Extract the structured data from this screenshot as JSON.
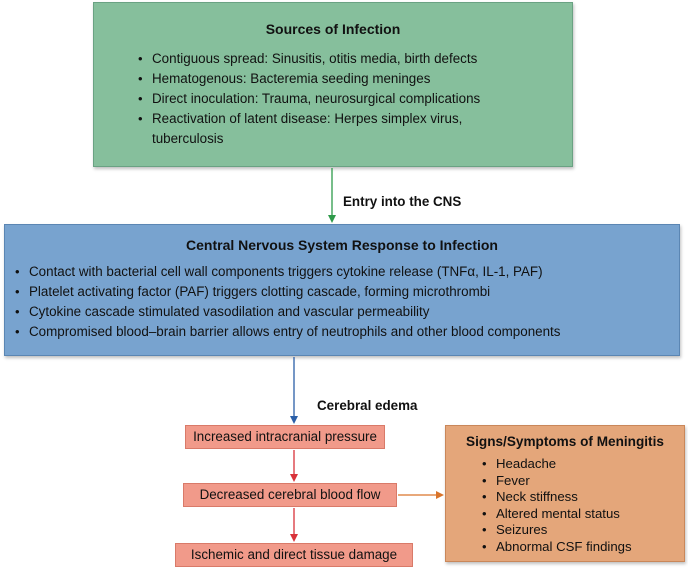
{
  "sources": {
    "title": "Sources of Infection",
    "items": [
      "Contiguous spread: Sinusitis, otitis media, birth defects",
      "Hematogenous: Bacteremia seeding meninges",
      "Direct inoculation: Trauma, neurosurgical complications",
      "Reactivation of latent disease: Herpes simplex virus,",
      "tuberculosis"
    ]
  },
  "entry_label": "Entry into the CNS",
  "cns": {
    "title": "Central Nervous System Response to Infection",
    "items": [
      "Contact with bacterial cell wall components triggers cytokine release (TNFα, IL-1, PAF)",
      "Platelet activating factor (PAF) triggers clotting cascade, forming microthrombi",
      "Cytokine cascade stimulated vasodilation and vascular permeability",
      "Compromised blood–brain barrier allows entry of neutrophils and other blood components"
    ]
  },
  "edema_label": "Cerebral edema",
  "stages": [
    "Increased intracranial pressure",
    "Decreased cerebral blood flow",
    "Ischemic and direct tissue damage"
  ],
  "signs": {
    "title": "Signs/Symptoms of Meningitis",
    "items": [
      "Headache",
      "Fever",
      "Neck stiffness",
      "Altered mental status",
      "Seizures",
      "Abnormal CSF findings"
    ]
  },
  "colors": {
    "sources_box": "#86bf9c",
    "cns_box": "#78a3cf",
    "stage_box": "#f19a8a",
    "signs_box": "#e4a67a",
    "arrow_green": "#2e9a4a",
    "arrow_blue": "#2b5fa8",
    "arrow_red": "#d9323a",
    "arrow_orange": "#d9742a"
  }
}
